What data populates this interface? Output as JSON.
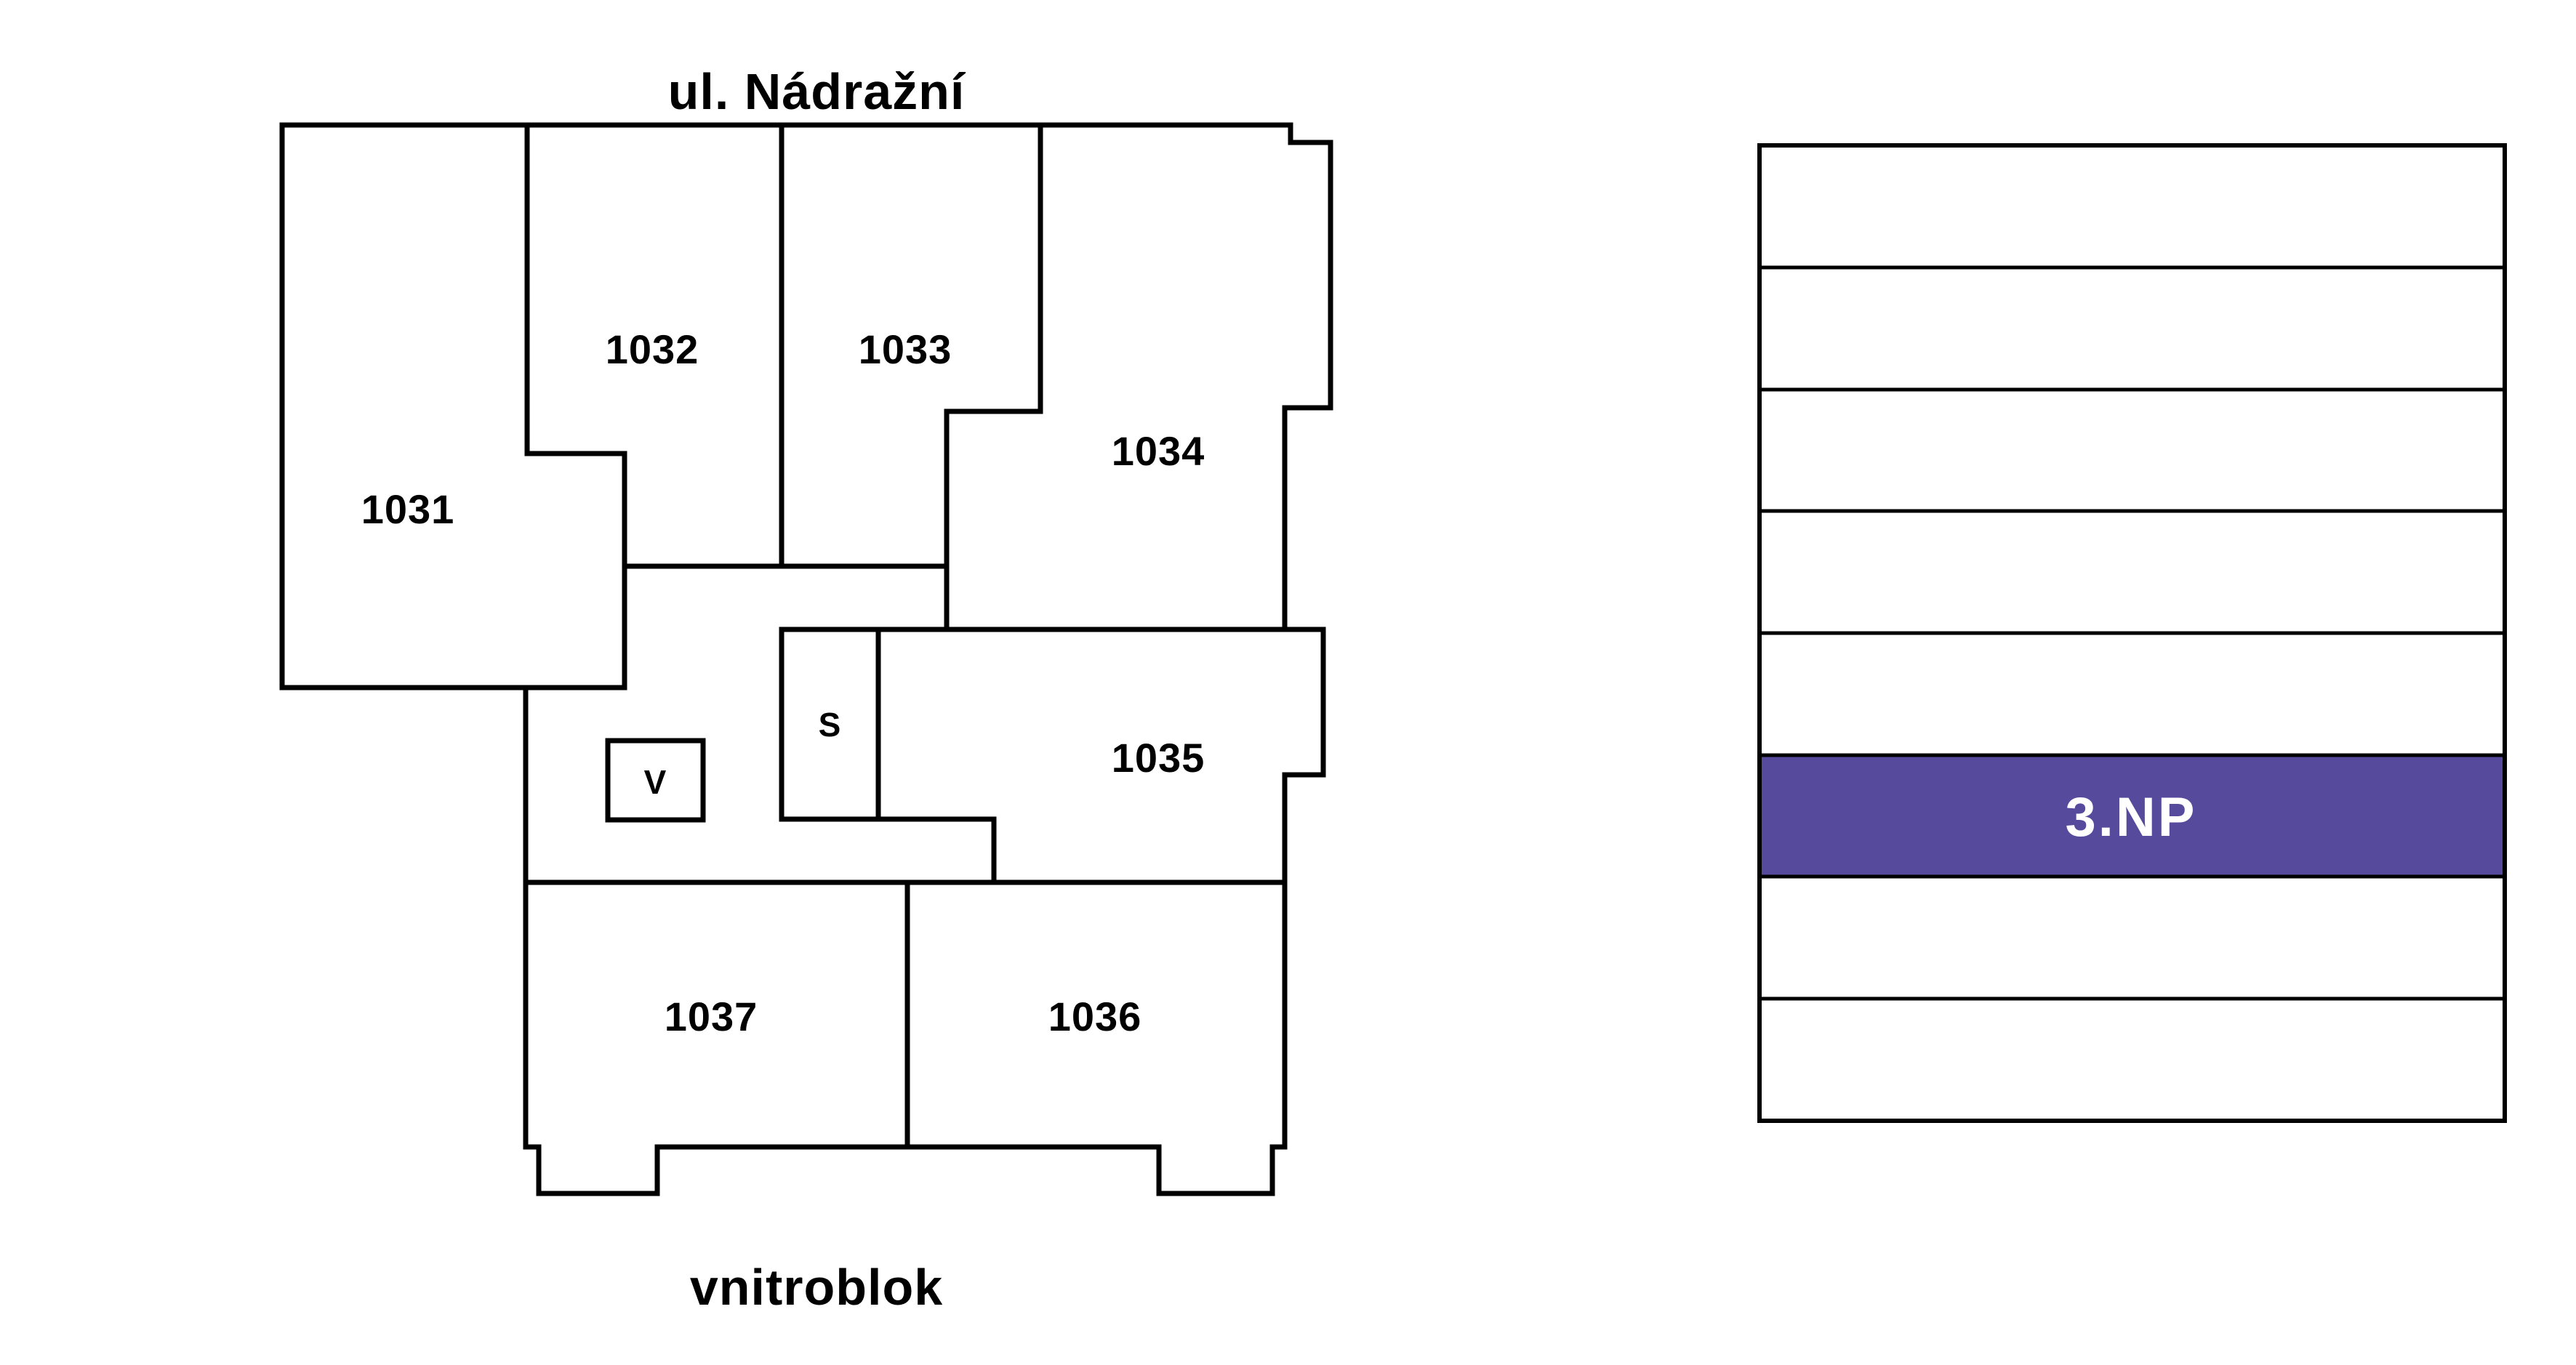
{
  "labels": {
    "street_top": "ul. Nádražní",
    "street_bottom": "vnitroblok"
  },
  "colors": {
    "accent_purple": "#564A9D",
    "line_black": "#000000",
    "background": "#ffffff",
    "label_on_accent": "#ffffff"
  },
  "floorplan": {
    "units": [
      {
        "id": "1031",
        "label": "1031",
        "highlighted": false
      },
      {
        "id": "1032",
        "label": "1032",
        "highlighted": false
      },
      {
        "id": "1033",
        "label": "1033",
        "highlighted": false
      },
      {
        "id": "1034",
        "label": "1034",
        "highlighted": false
      },
      {
        "id": "1035",
        "label": "1035",
        "highlighted": true
      },
      {
        "id": "1036",
        "label": "1036",
        "highlighted": false
      },
      {
        "id": "1037",
        "label": "1037",
        "highlighted": false
      }
    ],
    "service_rooms": [
      {
        "id": "S",
        "label": "S"
      },
      {
        "id": "V",
        "label": "V"
      }
    ],
    "highlighted_unit": "1035"
  },
  "floor_selector": {
    "total_floors": 8,
    "selected_floor_index_from_top": 6,
    "selected_floor_label": "3.NP"
  }
}
